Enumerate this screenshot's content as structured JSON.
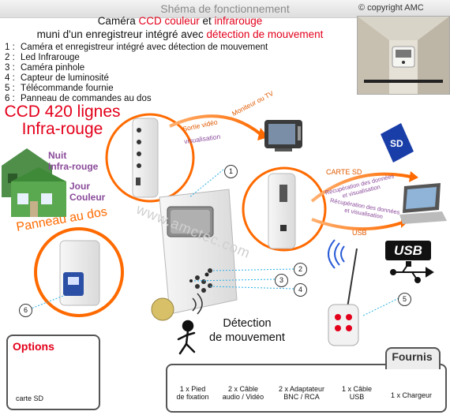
{
  "header": {
    "title": "Shéma de fonctionnement",
    "copyright": "© copyright AMC"
  },
  "caption": {
    "line1_a": "Caméra ",
    "line1_red1": "CCD couleur",
    "line1_b": " et ",
    "line1_red2": "infrarouge",
    "line2_a": "muni d'un enregistreur intégré avec ",
    "line2_red": "détection de mouvement"
  },
  "features": [
    {
      "num": "1 :",
      "text": "Caméra et enregistreur intégré avec détection de mouvement"
    },
    {
      "num": "2 :",
      "text": "Led Infrarouge"
    },
    {
      "num": "3 :",
      "text": "Caméra pinhole"
    },
    {
      "num": "4 :",
      "text": "Capteur de luminosité"
    },
    {
      "num": "5 :",
      "text": "Télécommande fournie"
    },
    {
      "num": "6 :",
      "text": "Panneau de commandes au dos"
    }
  ],
  "ccd": {
    "line1": "CCD 420 lignes",
    "line2": "Infra-rouge"
  },
  "night_day": {
    "nuit1": "Nuit",
    "nuit2": "Infra-rouge",
    "jour1": "Jour",
    "jour2": "Couleur"
  },
  "panneau": "Panneau au dos",
  "outputs": {
    "sortie": "Sortie vidéo",
    "visualisation": "visualisation",
    "moniteur": "Moniteur ou TV",
    "carte_sd": "CARTE SD",
    "recup1_a": "Récupération des données",
    "recup1_b": "et visualisation",
    "recup2_a": "Récupération des données",
    "recup2_b": "et visualisation",
    "usb": "USB",
    "usb_logo": "USB"
  },
  "watermark": "www.amctec.com",
  "detection": {
    "line1": "Détection",
    "line2": "de mouvement"
  },
  "callouts": [
    "1",
    "2",
    "3",
    "4",
    "5",
    "6"
  ],
  "options": {
    "title": "Options",
    "carte": "carte SD"
  },
  "fournis": {
    "title": "Fournis",
    "items": [
      {
        "l1": "1 x Pied",
        "l2": "de fixation"
      },
      {
        "l1": "2 x Câble",
        "l2": "audio / Vidéo"
      },
      {
        "l1": "2 x Adaptateur",
        "l2": "BNC / RCA"
      },
      {
        "l1": "1 x Câble",
        "l2": "USB"
      },
      {
        "l1": "1 x Chargeur",
        "l2": ""
      }
    ]
  },
  "colors": {
    "red": "#e3001b",
    "orange": "#ff6a00",
    "purple": "#8a4a9a"
  }
}
